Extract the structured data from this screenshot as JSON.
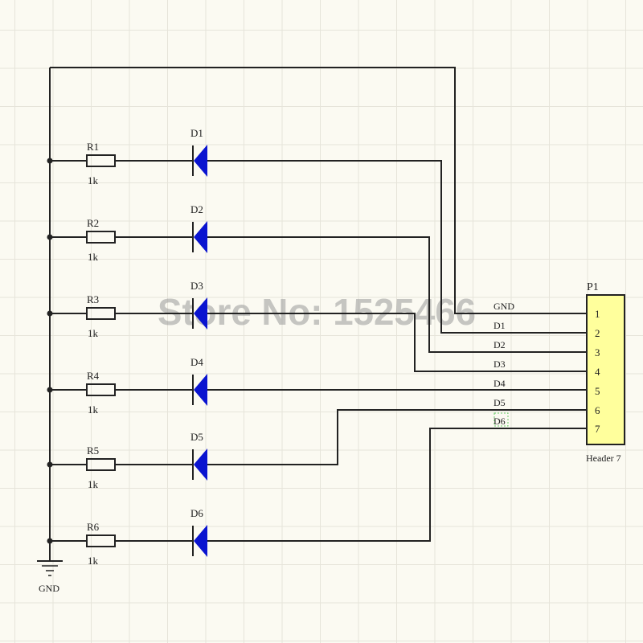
{
  "watermark": "Store No: 1525466",
  "rows": [
    {
      "resistor": "R1",
      "value": "1k",
      "diode": "D1"
    },
    {
      "resistor": "R2",
      "value": "1k",
      "diode": "D2"
    },
    {
      "resistor": "R3",
      "value": "1k",
      "diode": "D3"
    },
    {
      "resistor": "R4",
      "value": "1k",
      "diode": "D4"
    },
    {
      "resistor": "R5",
      "value": "1k",
      "diode": "D5"
    },
    {
      "resistor": "R6",
      "value": "1k",
      "diode": "D6"
    }
  ],
  "ground_label": "GND",
  "header": {
    "designator": "P1",
    "name": "Header 7",
    "pins": [
      "1",
      "2",
      "3",
      "4",
      "5",
      "6",
      "7"
    ],
    "nets": [
      "GND",
      "D1",
      "D2",
      "D3",
      "D4",
      "D5",
      "D6"
    ]
  },
  "colors": {
    "wire": "#222222",
    "diode": "#0a14d0",
    "header_fill": "#ffff9c"
  }
}
